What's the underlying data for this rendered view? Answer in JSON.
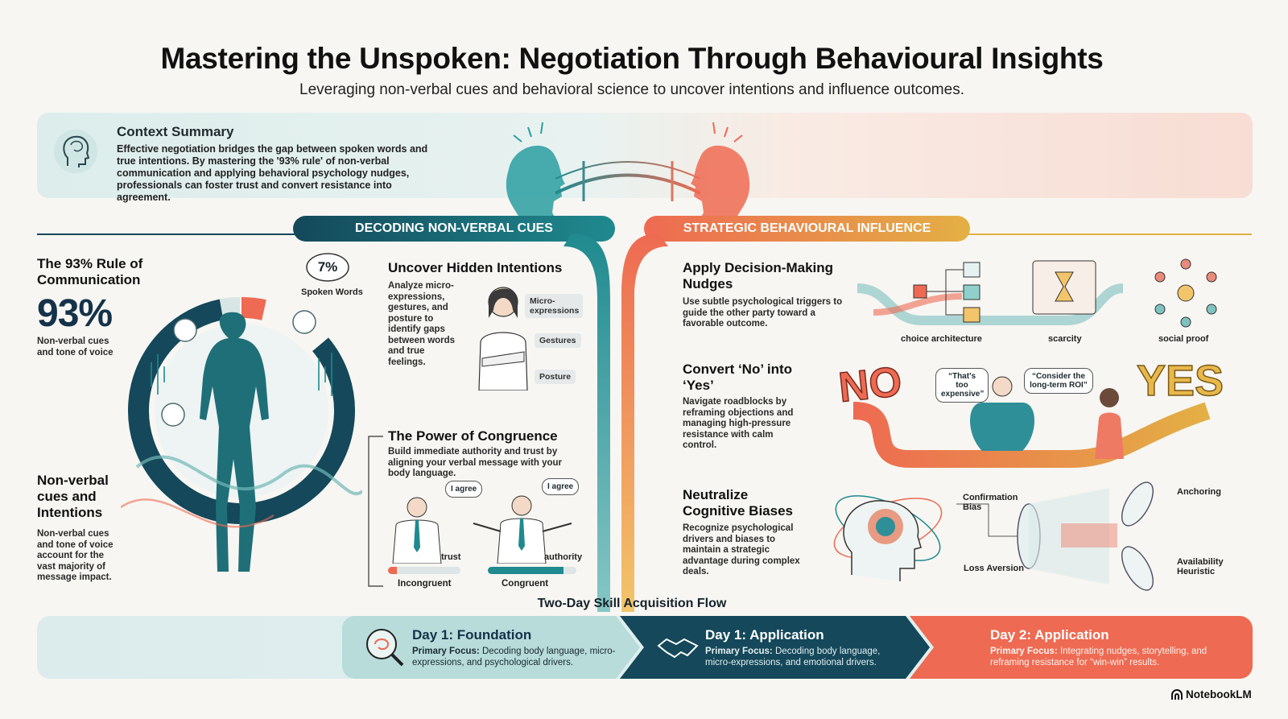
{
  "header": {
    "title": "Mastering the Unspoken: Negotiation Through Behavioural Insights",
    "subtitle": "Leveraging non-verbal cues and behavioral science to uncover intentions and influence outcomes."
  },
  "context": {
    "title": "Context Summary",
    "body": "Effective negotiation bridges the gap between spoken words and true intentions. By mastering the '93% rule' of non-verbal communication and applying behavioral psychology nudges, professionals can foster trust and convert resistance into agreement."
  },
  "left": {
    "banner": "DECODING NON-VERBAL CUES",
    "rule_title": "The 93% Rule of Communication",
    "big_percent": "93%",
    "big_caption": "Non-verbal cues and tone of voice",
    "spoken_percent": "7%",
    "spoken_label": "Spoken Words",
    "nv_title": "Non-verbal cues and Intentions",
    "nv_body": "Non-verbal cues and tone of voice account for the vast majority of message impact.",
    "hidden_title": "Uncover Hidden Intentions",
    "hidden_body": "Analyze micro-expressions, gestures, and posture to identify gaps between words and true feelings.",
    "tags": [
      "Micro-expressions",
      "Gestures",
      "Posture"
    ],
    "congruence_title": "The Power of Congruence",
    "congruence_body": "Build immediate authority and trust by aligning your verbal message with your body language.",
    "bubble_1": "I agree",
    "bubble_2": "I agree",
    "trust_label": "trust",
    "authority_label": "authority",
    "incongruent_label": "Incongruent",
    "congruent_label": "Congruent",
    "incongruent_level": 0.12,
    "congruent_level": 0.85
  },
  "right": {
    "banner": "STRATEGIC BEHAVIOURAL INFLUENCE",
    "nudges_title": "Apply Decision-Making Nudges",
    "nudges_body": "Use subtle psychological triggers to guide the other party toward a favorable outcome.",
    "nudge_labels": [
      "choice architecture",
      "scarcity",
      "social proof"
    ],
    "convert_title": "Convert ‘No’ into ‘Yes’",
    "convert_body": "Navigate roadblocks by reframing objections and managing high-pressure resistance with calm control.",
    "no_word": "NO",
    "yes_word": "YES",
    "quote_1": "“That's too expensive”",
    "quote_2": "“Consider the long-term ROI”",
    "bias_title": "Neutralize Cognitive Biases",
    "bias_body": "Recognize psychological drivers and biases to maintain a strategic advantage during complex deals.",
    "biases": [
      "Confirmation Bias",
      "Anchoring",
      "Loss Aversion",
      "Availability Heuristic"
    ]
  },
  "flow": {
    "title": "Two-Day Skill Acquisition Flow",
    "steps": [
      {
        "title": "Day 1: Foundation",
        "focus_label": "Primary Focus:",
        "focus": "Decoding body language, micro-expressions, and psychological drivers."
      },
      {
        "title": "Day 1: Application",
        "focus_label": "Primary Focus:",
        "focus": "Decoding body language, micro-expressions, and emotional drivers."
      },
      {
        "title": "Day 2: Application",
        "focus_label": "Primary Focus:",
        "focus": "Integrating nudges, storytelling, and reframing resistance for “win-win” results."
      }
    ]
  },
  "brand": "NotebookLM",
  "colors": {
    "teal": "#1f8a8f",
    "navy": "#14485a",
    "coral": "#ee6a52",
    "gold": "#e3b044"
  }
}
